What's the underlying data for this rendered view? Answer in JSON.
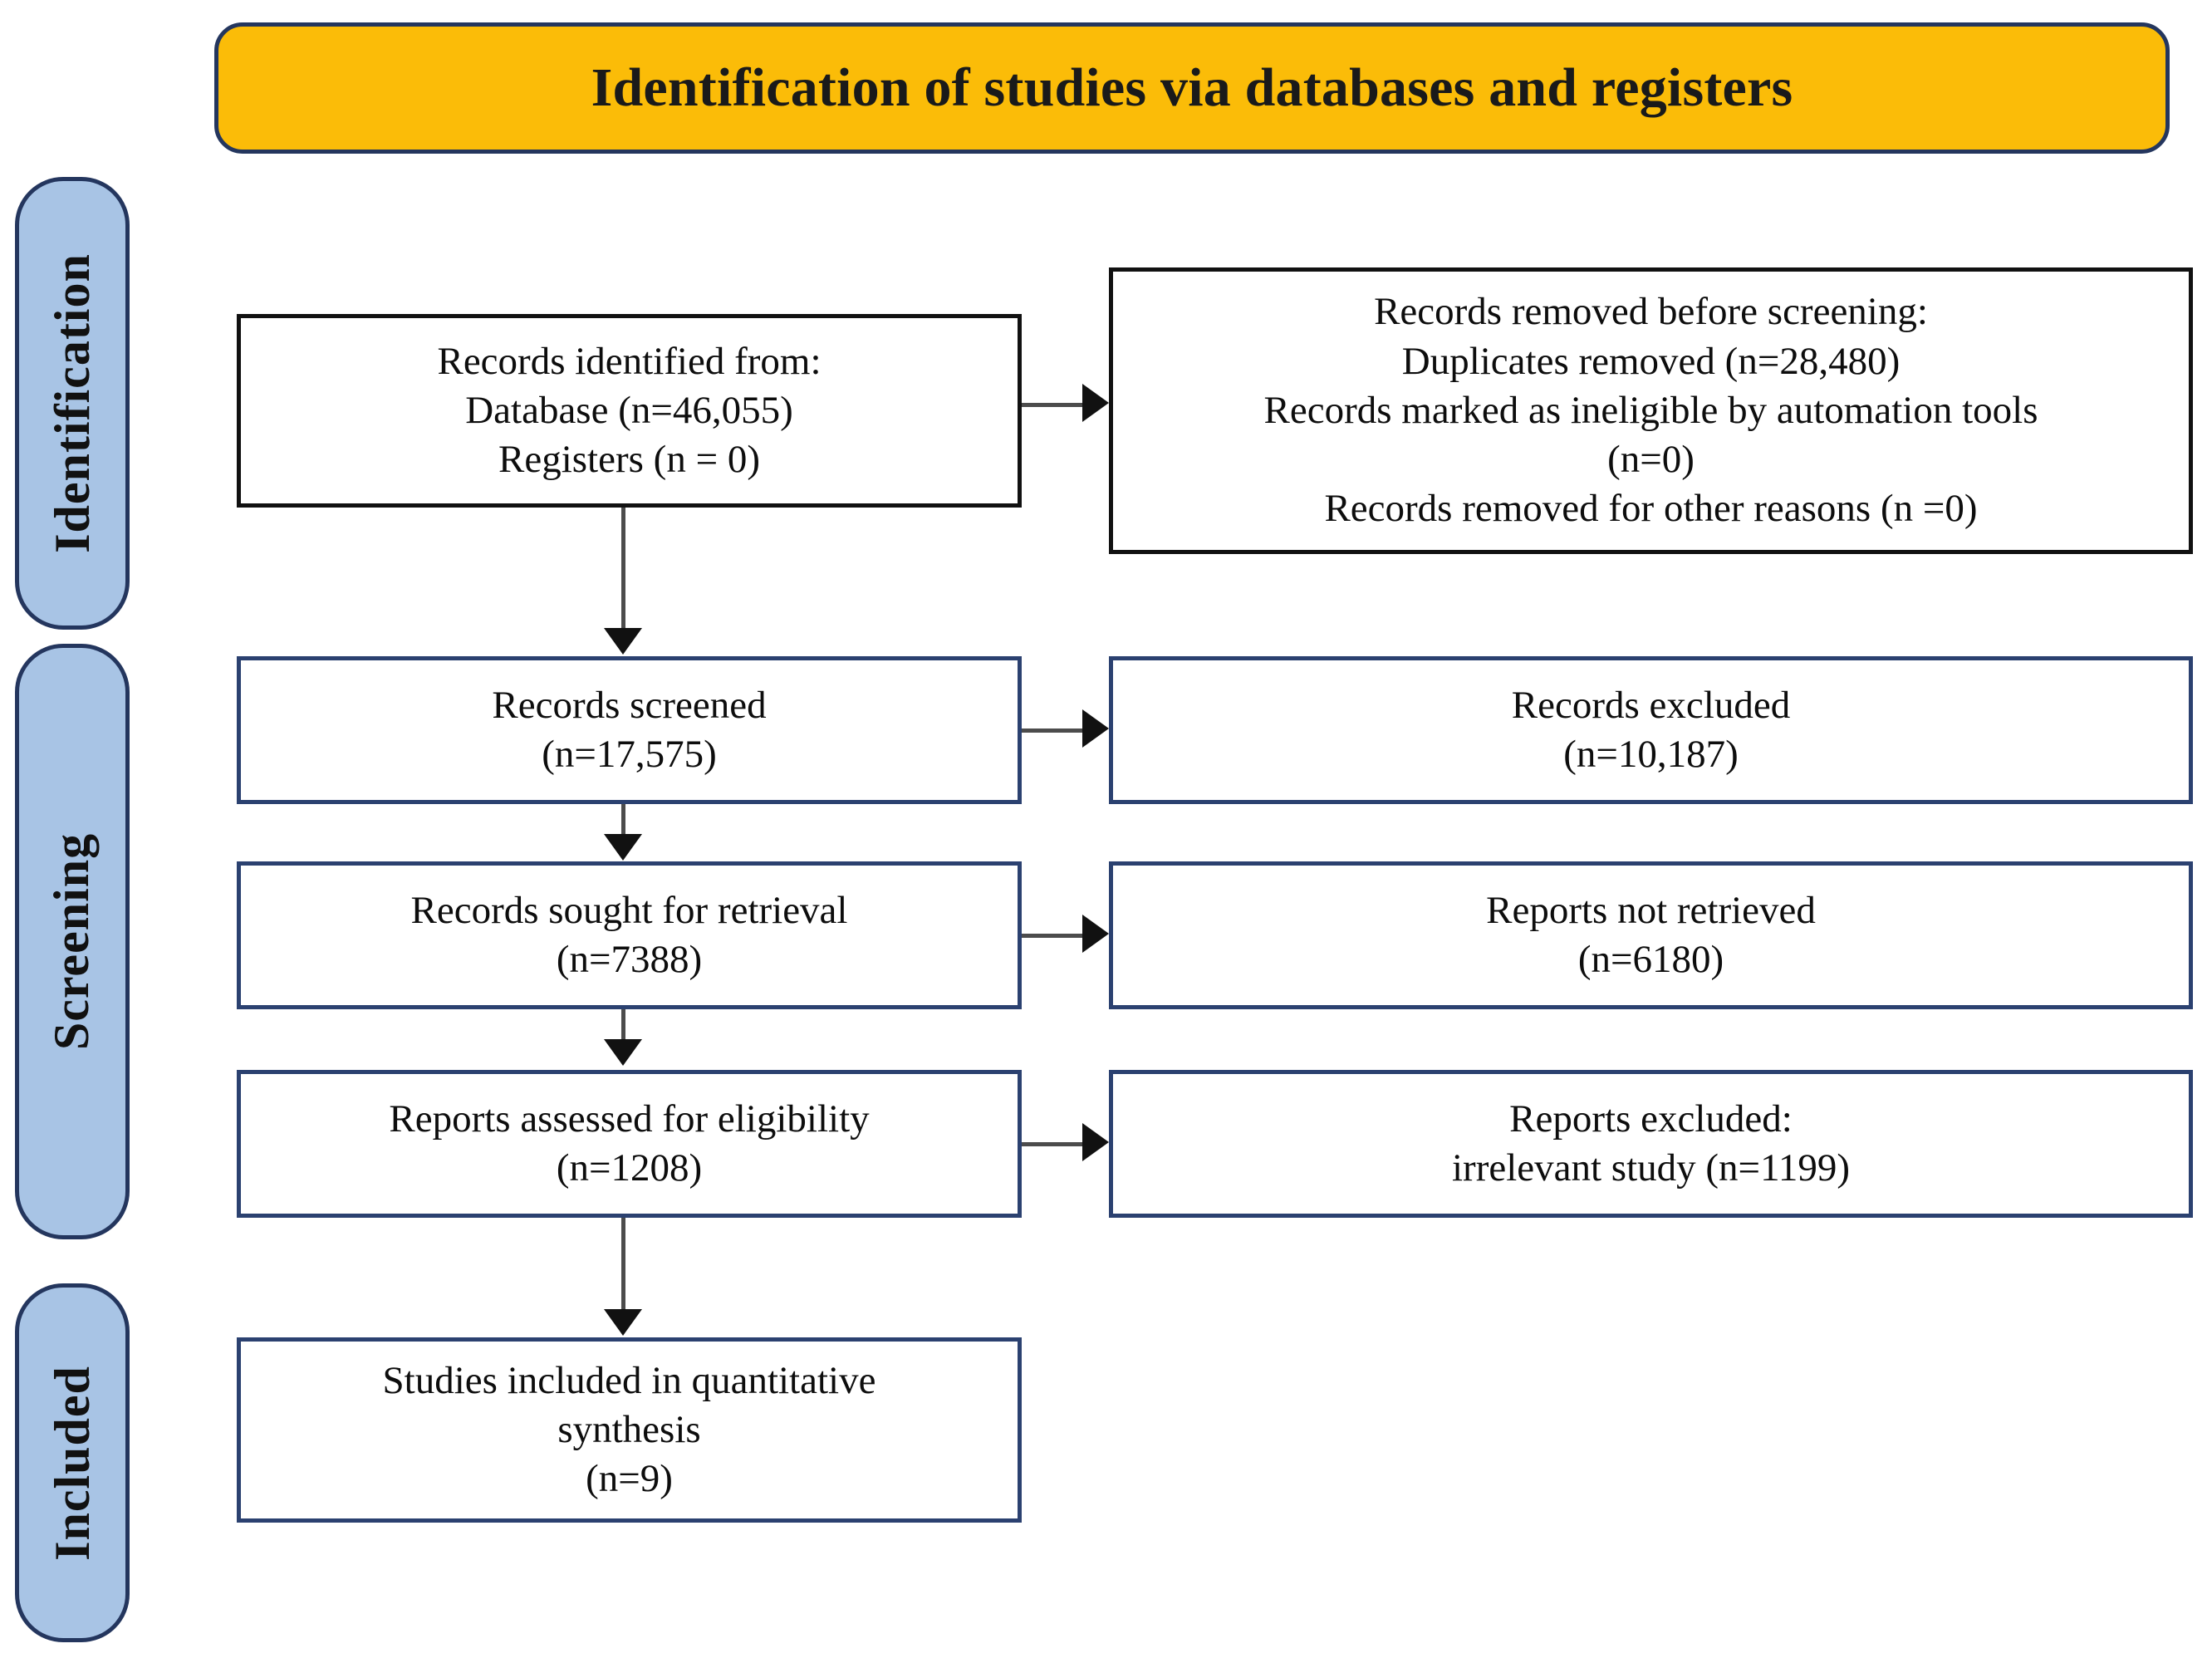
{
  "header": {
    "title": "Identification of studies via databases and registers",
    "background_color": "#FBBC08",
    "border_color": "#24365E"
  },
  "stages": [
    {
      "id": "identification",
      "label": "Identification"
    },
    {
      "id": "screening",
      "label": "Screening"
    },
    {
      "id": "included",
      "label": "Included"
    }
  ],
  "stage_band_colors": {
    "fill": "#A8C4E5",
    "border": "#24365E"
  },
  "boxes": {
    "identified": {
      "lines": [
        "Records identified from:",
        "Database (n=46,055)",
        "Registers (n = 0)"
      ]
    },
    "removed_before_screening": {
      "lines": [
        "Records removed before screening:",
        "Duplicates removed (n=28,480)",
        "Records marked as ineligible by automation tools",
        "(n=0)",
        "Records removed for other reasons (n =0)"
      ]
    },
    "records_screened": {
      "lines": [
        "Records screened",
        "(n=17,575)"
      ]
    },
    "records_excluded": {
      "lines": [
        "Records excluded",
        "(n=10,187)"
      ]
    },
    "records_sought": {
      "lines": [
        "Records sought for retrieval",
        "(n=7388)"
      ]
    },
    "reports_not_retrieved": {
      "lines": [
        "Reports not retrieved",
        "(n=6180)"
      ]
    },
    "reports_assessed": {
      "lines": [
        "Reports assessed for eligibility",
        "(n=1208)"
      ]
    },
    "reports_excluded": {
      "lines": [
        "Reports excluded:",
        "irrelevant study (n=1199)"
      ]
    },
    "studies_included": {
      "lines": [
        "Studies included in quantitative",
        "synthesis",
        "(n=9)"
      ]
    }
  },
  "chart_data": {
    "type": "diagram",
    "title": "Identification of studies via databases and registers",
    "diagram_kind": "PRISMA flow diagram",
    "stages": [
      "Identification",
      "Screening",
      "Included"
    ],
    "nodes": [
      {
        "id": "identified",
        "stage": "Identification",
        "column": "left",
        "label": "Records identified from: Database (n=46,055); Registers (n = 0)",
        "n_database": 46055,
        "n_registers": 0
      },
      {
        "id": "removed_before_screening",
        "stage": "Identification",
        "column": "right",
        "label": "Records removed before screening",
        "n_duplicates": 28480,
        "n_ineligible_automation": 0,
        "n_other_reasons": 0
      },
      {
        "id": "records_screened",
        "stage": "Screening",
        "column": "left",
        "label": "Records screened",
        "n": 17575
      },
      {
        "id": "records_excluded",
        "stage": "Screening",
        "column": "right",
        "label": "Records excluded",
        "n": 10187
      },
      {
        "id": "records_sought",
        "stage": "Screening",
        "column": "left",
        "label": "Records sought for retrieval",
        "n": 7388
      },
      {
        "id": "reports_not_retrieved",
        "stage": "Screening",
        "column": "right",
        "label": "Reports not retrieved",
        "n": 6180
      },
      {
        "id": "reports_assessed",
        "stage": "Screening",
        "column": "left",
        "label": "Reports assessed for eligibility",
        "n": 1208
      },
      {
        "id": "reports_excluded",
        "stage": "Screening",
        "column": "right",
        "label": "Reports excluded: irrelevant study",
        "n": 1199
      },
      {
        "id": "studies_included",
        "stage": "Included",
        "column": "left",
        "label": "Studies included in quantitative synthesis",
        "n": 9
      }
    ],
    "edges": [
      {
        "from": "identified",
        "to": "removed_before_screening",
        "direction": "right"
      },
      {
        "from": "identified",
        "to": "records_screened",
        "direction": "down"
      },
      {
        "from": "records_screened",
        "to": "records_excluded",
        "direction": "right"
      },
      {
        "from": "records_screened",
        "to": "records_sought",
        "direction": "down"
      },
      {
        "from": "records_sought",
        "to": "reports_not_retrieved",
        "direction": "right"
      },
      {
        "from": "records_sought",
        "to": "reports_assessed",
        "direction": "down"
      },
      {
        "from": "reports_assessed",
        "to": "reports_excluded",
        "direction": "right"
      },
      {
        "from": "reports_assessed",
        "to": "studies_included",
        "direction": "down"
      }
    ]
  }
}
